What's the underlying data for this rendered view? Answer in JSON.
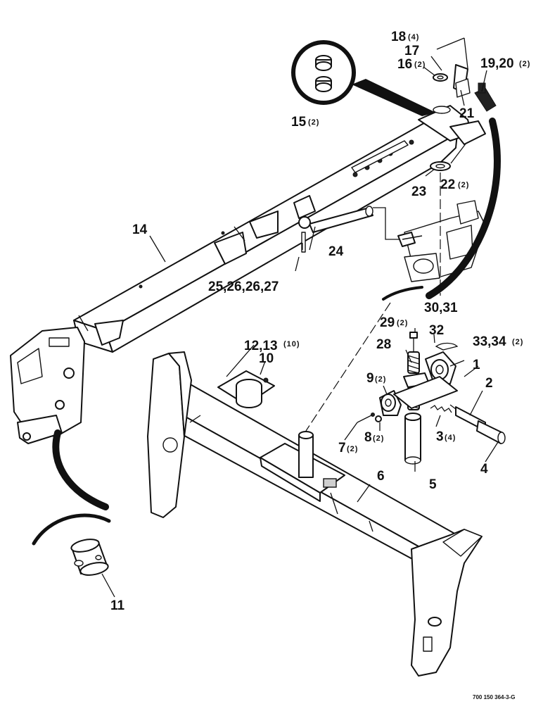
{
  "callouts": {
    "c1": "1",
    "c2": "2",
    "c3": "3",
    "c3_qty": "(4)",
    "c4": "4",
    "c5": "5",
    "c6": "6",
    "c7": "7",
    "c7_qty": "(2)",
    "c8": "8",
    "c8_qty": "(2)",
    "c9": "9",
    "c9_qty": "(2)",
    "c10": "10",
    "c11": "11",
    "c12_13": "12,13",
    "c12_13_qty": "(10)",
    "c14": "14",
    "c15": "15",
    "c15_qty": "(2)",
    "c16": "16",
    "c16_qty": "(2)",
    "c17": "17",
    "c18": "18",
    "c18_qty": "(4)",
    "c19_20": "19,20",
    "c19_20_qty": "(2)",
    "c21": "21",
    "c22": "22",
    "c22_qty": "(2)",
    "c23": "23",
    "c24": "24",
    "c25_27": "25,26,26,27",
    "c28": "28",
    "c29": "29",
    "c29_qty": "(2)",
    "c30_31": "30,31",
    "c32": "32",
    "c33_34": "33,34",
    "c33_34_qty": "(2)"
  },
  "document_number": "700 150 364-3-G"
}
